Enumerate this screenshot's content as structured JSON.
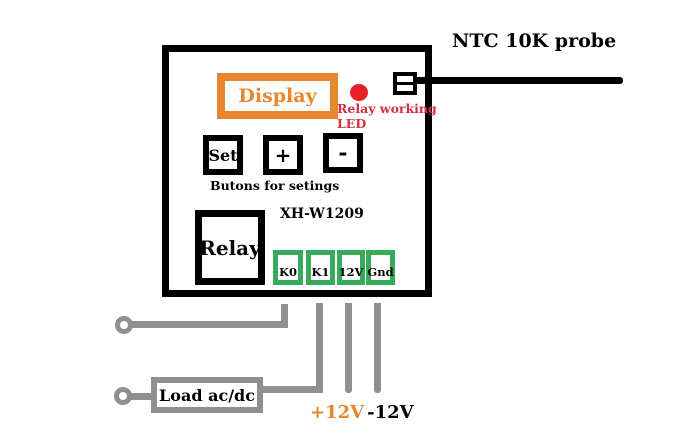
{
  "board": {
    "display_label": "Display",
    "model": "XH-W1209",
    "relay_label": "Relay",
    "buttons": [
      {
        "label": "Set"
      },
      {
        "label": "+"
      },
      {
        "label": "-"
      }
    ],
    "buttons_caption": "Butons for setings",
    "led_caption_line1": "Relay working",
    "led_caption_line2": "LED",
    "terminals": [
      {
        "label": "K0"
      },
      {
        "label": "K1"
      },
      {
        "label": "12V"
      },
      {
        "label": "Gnd"
      }
    ]
  },
  "probe_label": "NTC 10K probe",
  "load_label": "Load ac/dc",
  "power": {
    "positive_label": "+12V",
    "negative_label": "-12V"
  },
  "colors": {
    "accent_orange": "#e8872c",
    "terminal_green": "#38ab59",
    "wire_gray": "#8f8f8f",
    "led_red": "#e62129",
    "label_red": "#d2303c",
    "line_black": "#000000"
  }
}
